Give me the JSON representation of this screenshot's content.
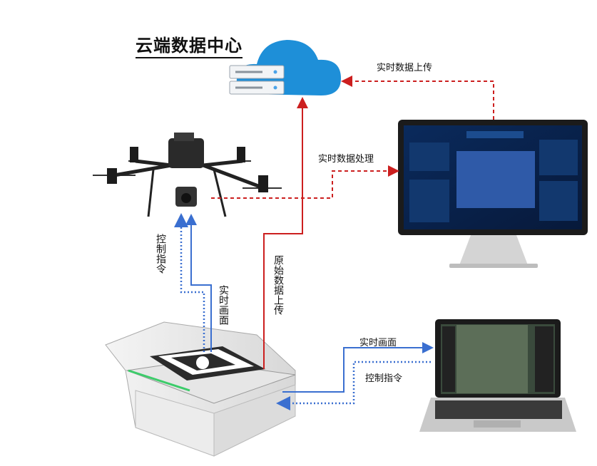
{
  "title": "云端数据中心",
  "labels": {
    "cloud_upload": "实时数据上传",
    "realtime_processing": "实时数据处理",
    "raw_data_upload": "原始数据上传",
    "control_cmd_left": "控制指令",
    "realtime_video_left": "实时画面",
    "realtime_video_right": "实时画面",
    "control_cmd_right": "控制指令"
  },
  "colors": {
    "red_arrow": "#cc1f1f",
    "blue_arrow": "#3a6fd0",
    "cloud": "#1e8fd8",
    "screen": "#0b2a55"
  }
}
